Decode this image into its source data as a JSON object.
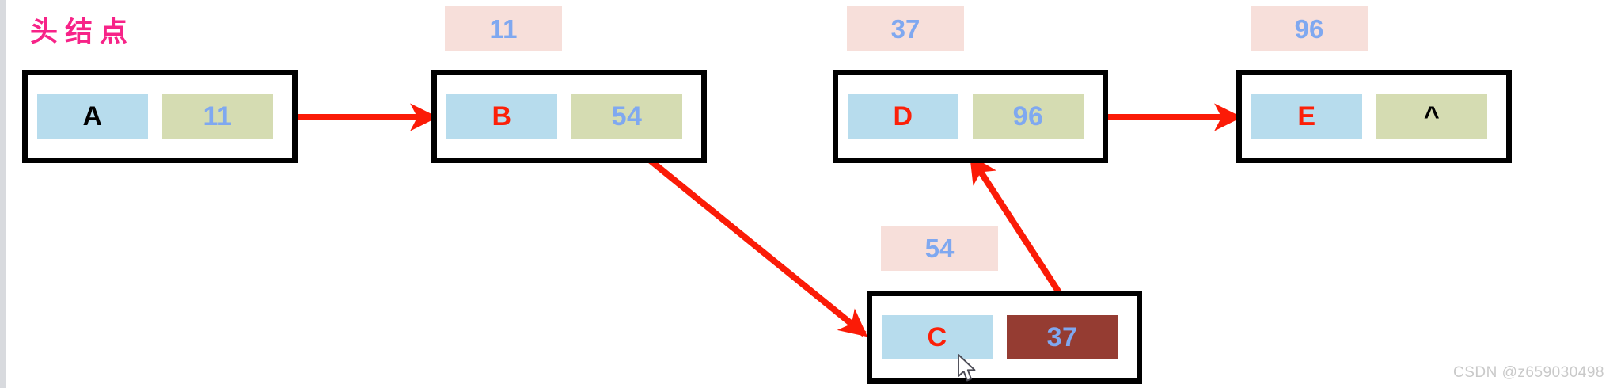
{
  "diagram": {
    "title_caption": "头结点",
    "watermark": "CSDN @z659030498",
    "null_marker": "^",
    "colors": {
      "background": "#ffffff",
      "node_border": "#000000",
      "data_cell": "#b7dced",
      "next_cell": "#d5dcb2",
      "next_cell_highlight": "#953c32",
      "address_label_bg": "#f7dfda",
      "arrow": "#fb1b07",
      "value_text": "#7fa8f0",
      "letter_text": "#fc2008",
      "head_letter_text": "#000000",
      "caption_text": "#f72388",
      "watermark_text": "#c9c9c9"
    },
    "nodes": [
      {
        "id": "a",
        "data": "A",
        "next": "11",
        "address": null,
        "data_color": "black",
        "next_highlight": false
      },
      {
        "id": "b",
        "data": "B",
        "next": "54",
        "address": "11",
        "data_color": "red",
        "next_highlight": false
      },
      {
        "id": "d",
        "data": "D",
        "next": "96",
        "address": "37",
        "data_color": "red",
        "next_highlight": false
      },
      {
        "id": "e",
        "data": "E",
        "next": "^",
        "address": "96",
        "data_color": "red",
        "next_highlight": false
      },
      {
        "id": "c",
        "data": "C",
        "next": "37",
        "address": "54",
        "data_color": "red",
        "next_highlight": true
      }
    ],
    "edges": [
      {
        "id": "a-to-b",
        "from": "a",
        "to": "b",
        "kind": "horizontal"
      },
      {
        "id": "b-to-c",
        "from": "b",
        "to": "c",
        "kind": "diagonal-down"
      },
      {
        "id": "c-to-d",
        "from": "c",
        "to": "d",
        "kind": "diagonal-up"
      },
      {
        "id": "d-to-e",
        "from": "d",
        "to": "e",
        "kind": "horizontal"
      }
    ]
  }
}
